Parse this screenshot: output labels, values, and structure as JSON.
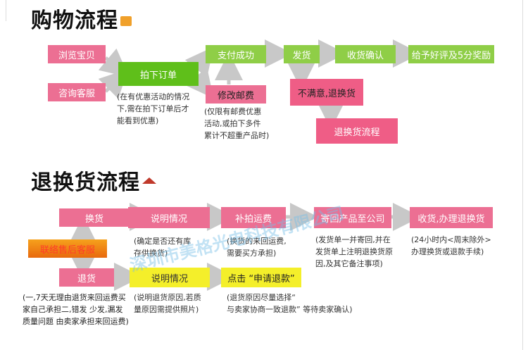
{
  "shopping": {
    "title": "购物流程",
    "browse": "浏览宝贝",
    "consult": "咨询客服",
    "order": "拍下订单",
    "paid": "支付成功",
    "ship": "发货",
    "receive": "收货确认",
    "review": "给予好评及5分奖励",
    "modify": "修改邮费",
    "unsatisfied": "不满意,退换货",
    "return_flow": "退换货流程",
    "note_order": [
      "(在有优惠活动的情况",
      "下,需在拍下订单后才",
      "能看到优惠)"
    ],
    "note_modify": [
      "(仅限有邮费优惠",
      "活动,或拍下多件",
      "累计不超重产品时)"
    ]
  },
  "returns": {
    "title": "退换货流程",
    "contact": "联络售后客服",
    "exchange": "换货",
    "explain1": "说明情况",
    "shipping_fee": "补拍运费",
    "send_back": "寄回产品至公司",
    "receipt": "收货,办理退换货",
    "note_explain1": [
      "(确定是否还有库",
      "存供换货)"
    ],
    "note_fee": [
      "(换货的来回运费,",
      "需要买方承担)"
    ],
    "note_send": [
      "(发货单一并寄回,并在",
      "发货单上注明退换货原",
      "因,及其它备注事项)"
    ],
    "note_receipt": [
      "(24小时内<周末除外>",
      "办理换货或退款手续)"
    ],
    "refund": "退货",
    "explain2": "说明情况",
    "apply": "点击 “申请退款”",
    "note_refund": [
      "(一,7天无理由退货来回运费买",
      "家自己承担二,错发 少发,漏发",
      "质量问题 由卖家承担来回运费)"
    ],
    "note_explain2": [
      "(说明退货原因,若质",
      "量原因需提供照片)"
    ],
    "note_apply": [
      "(退货原因尽量选择“",
      "与卖家协商一致退款” 等待卖家确认)"
    ]
  },
  "watermark": "深圳市美格光电科技有限公司",
  "colors": {
    "pink": "#ec6f93",
    "green": "#8fce47",
    "dark_green": "#5fbf1a",
    "yellow": "#f4ef2a",
    "orange": "#f08a16",
    "arrow": "#c8c8c8"
  }
}
